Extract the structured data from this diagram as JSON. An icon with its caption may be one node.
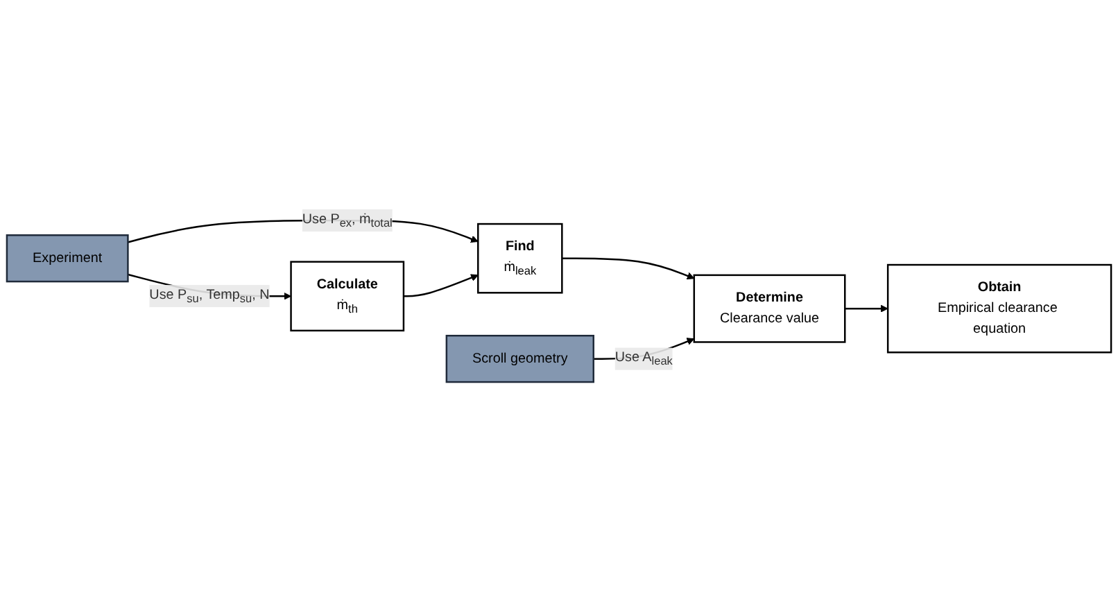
{
  "diagram": {
    "nodes": [
      {
        "text": [
          "Experiment"
        ]
      },
      {
        "text": [
          "Calculate",
          "ṁ$_{th}$"
        ]
      },
      {
        "text": [
          "Find",
          "ṁ$_{leak}$"
        ]
      },
      {
        "text": [
          "Determine",
          "Clearance value"
        ]
      },
      {
        "text": [
          "Obtain",
          "Empirical clearance equation"
        ]
      },
      {
        "text": [
          "Scroll geometry"
        ]
      }
    ],
    "edges": [
      {
        "from": 0,
        "to": 1,
        "arrow": "to",
        "label": "Use P$_{su}$, Temp$_{su}$, N"
      },
      {
        "from": 0,
        "to": 2,
        "arrow": "to",
        "label": "Use P$_{ex}$, ṁ$_{total}$"
      },
      {
        "from": 1,
        "to": 2,
        "arrow": "to"
      },
      {
        "from": 2,
        "to": 3,
        "arrow": "to"
      },
      {
        "from": 3,
        "to": 4,
        "arrow": "to"
      },
      {
        "from": 5,
        "to": 3,
        "arrow": "to",
        "label": "Use A$_{leak}$"
      }
    ]
  }
}
